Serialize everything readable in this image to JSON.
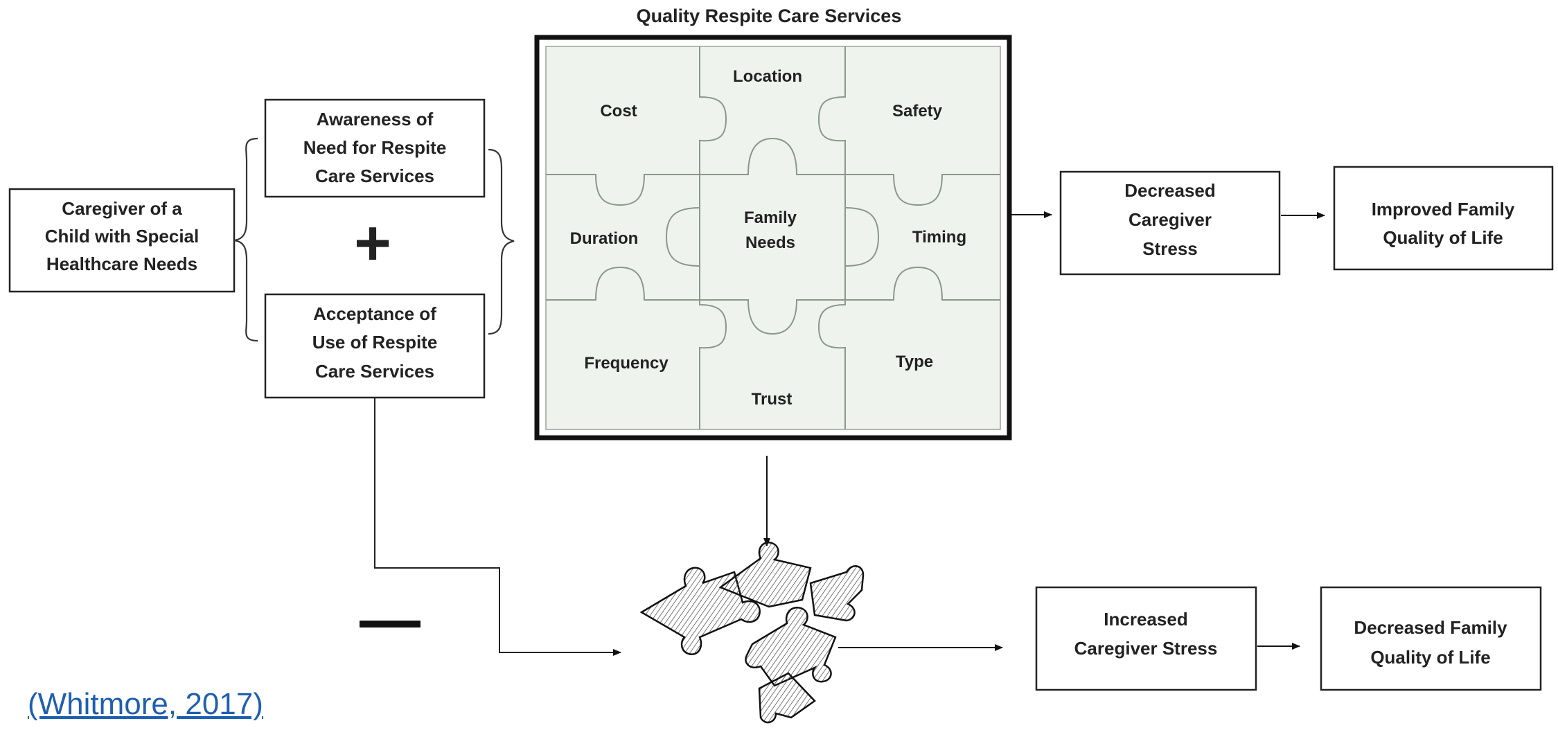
{
  "diagram": {
    "title": "Quality Respite Care Services",
    "caregiver": {
      "lines": [
        "Caregiver of a",
        "Child with Special",
        "Healthcare Needs"
      ]
    },
    "awareness": {
      "lines": [
        "Awareness of",
        "Need for Respite",
        "Care Services"
      ]
    },
    "acceptance": {
      "lines": [
        "Acceptance of",
        "Use of Respite",
        "Care Services"
      ]
    },
    "plus_sign": "+",
    "minus_sign": "—",
    "puzzle_pieces": {
      "cost": "Cost",
      "location": "Location",
      "safety": "Safety",
      "duration": "Duration",
      "family_needs": [
        "Family",
        "Needs"
      ],
      "timing": "Timing",
      "frequency": "Frequency",
      "trust": "Trust",
      "type": "Type"
    },
    "decreased_stress": {
      "lines": [
        "Decreased",
        "Caregiver",
        "Stress"
      ]
    },
    "improved_qol": {
      "lines": [
        "Improved Family",
        "Quality of Life"
      ]
    },
    "increased_stress": {
      "lines": [
        "Increased",
        "Caregiver Stress"
      ]
    },
    "decreased_qol": {
      "lines": [
        "Decreased Family",
        "Quality of Life"
      ]
    },
    "citation": "(Whitmore, 2017)"
  }
}
